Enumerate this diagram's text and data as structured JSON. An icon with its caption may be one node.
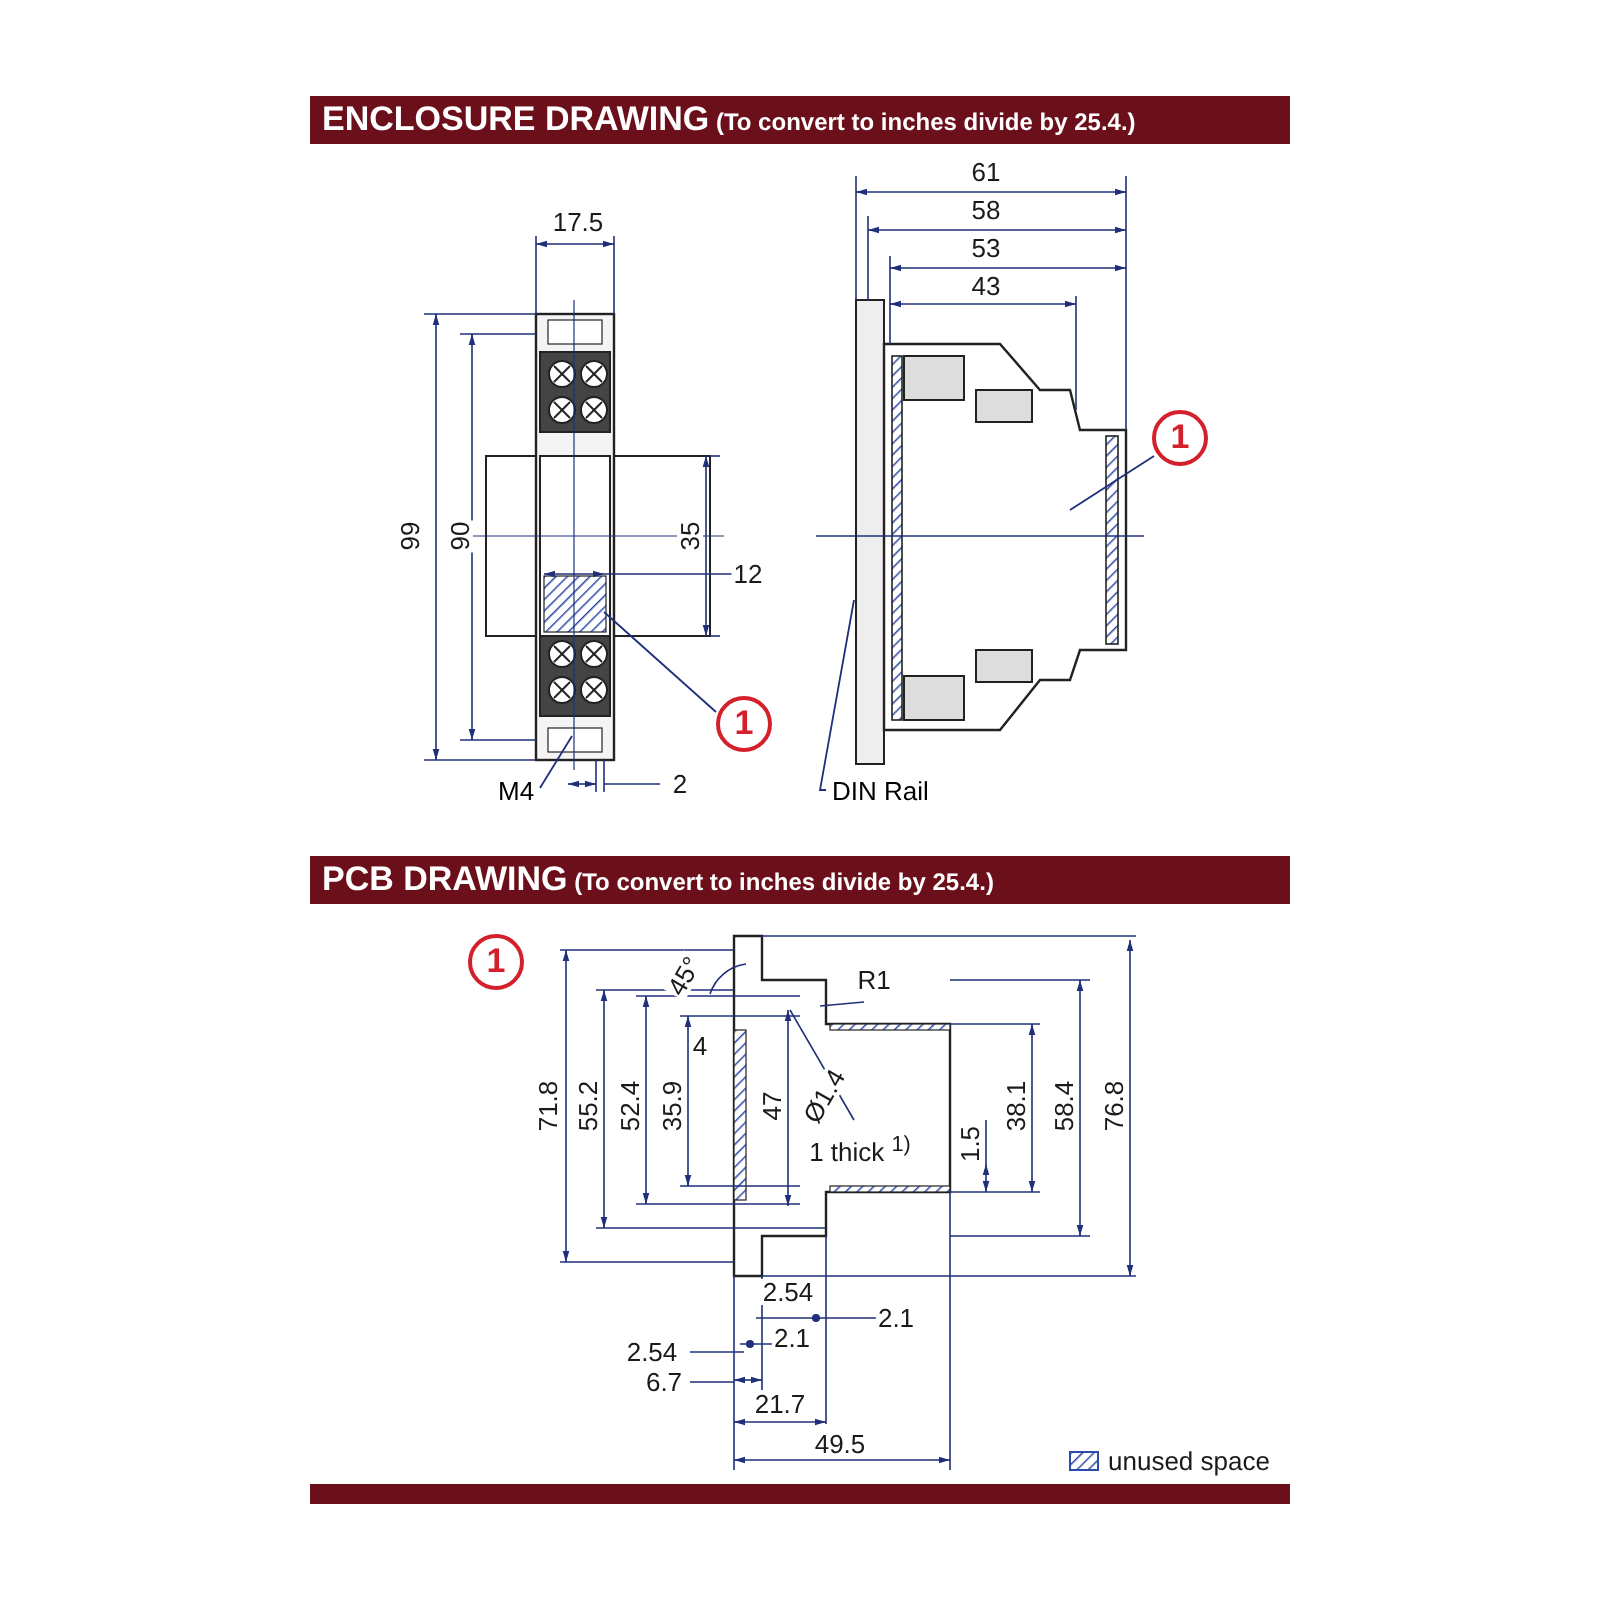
{
  "diagram": {
    "nodes": [
      {
        "text": [
          "1"
        ]
      },
      {
        "text": [
          "1"
        ]
      },
      {
        "text": [
          "M4"
        ]
      },
      {
        "text": [
          "DIN Rail"
        ]
      },
      {
        "text": [
          "1"
        ]
      }
    ],
    "edges": [
      {
        "from": 0,
        "to": null,
        "arrow": "none"
      },
      {
        "from": 1,
        "to": null,
        "arrow": "none"
      },
      {
        "from": 2,
        "to": null,
        "arrow": "none"
      },
      {
        "from": 3,
        "to": null,
        "arrow": "none"
      }
    ],
    "labels": [
      "**ENCLOSURE DRAWING** (To convert to inches divide by 25.4.)",
      "17.5",
      "99",
      "90",
      "35",
      "12",
      "2",
      "61",
      "58",
      "53",
      "43",
      "**PCB DRAWING** (To convert to inches divide by 25.4.)",
      "45°",
      "R1",
      "4",
      "71.8",
      "55.2",
      "52.4",
      "35.9",
      "47",
      "Ø1.4",
      "1 thick $^{1)}$",
      "1.5",
      "38.1",
      "58.4",
      "76.8",
      "2.54",
      "2.1",
      "2.1",
      "2.54",
      "6.7",
      "21.7",
      "49.5"
    ],
    "legend": [
      {
        "text": "unused space"
      }
    ]
  }
}
